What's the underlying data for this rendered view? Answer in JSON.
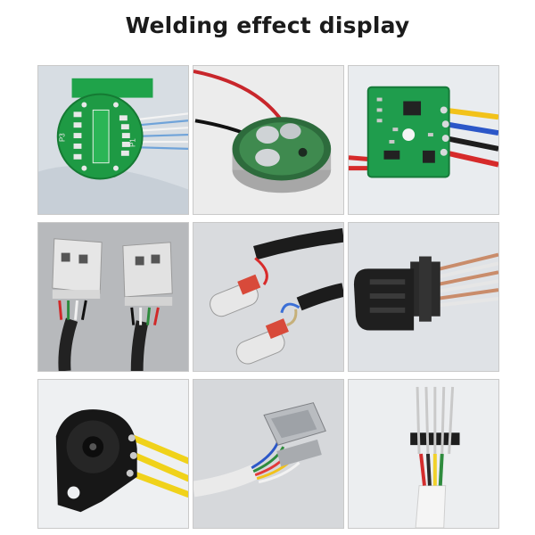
{
  "page": {
    "title": "Welding effect display"
  },
  "gallery": {
    "tiles": [
      {
        "name": "round-pcb-flat-cable",
        "labels": [
          "P3",
          "P1"
        ]
      },
      {
        "name": "round-sensor-red-black-wires"
      },
      {
        "name": "green-pcb-colored-wires"
      },
      {
        "name": "usb-a-connectors-pair"
      },
      {
        "name": "usb-c-connectors-pair"
      },
      {
        "name": "black-connector-multi-wire"
      },
      {
        "name": "black-sensor-yellow-wires"
      },
      {
        "name": "db9-connector-wires"
      },
      {
        "name": "pin-header-white-cable"
      }
    ]
  }
}
